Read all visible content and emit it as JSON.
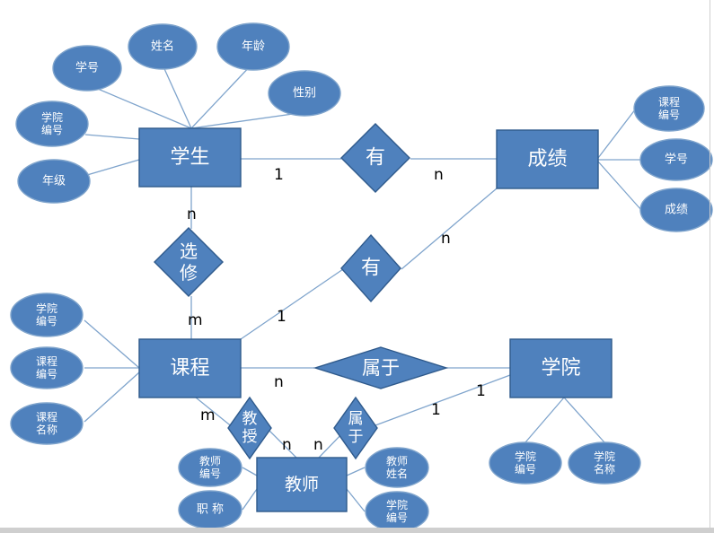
{
  "entities": [
    {
      "id": "student",
      "label": "学生"
    },
    {
      "id": "grade",
      "label": "成绩"
    },
    {
      "id": "course",
      "label": "课程"
    },
    {
      "id": "college",
      "label": "学院"
    },
    {
      "id": "teacher",
      "label": "教师"
    }
  ],
  "relationships": [
    {
      "id": "has1",
      "lines": [
        "有"
      ]
    },
    {
      "id": "select",
      "lines": [
        "选",
        "修"
      ]
    },
    {
      "id": "has2",
      "lines": [
        "有"
      ]
    },
    {
      "id": "belong1",
      "lines": [
        "属于"
      ]
    },
    {
      "id": "teach",
      "lines": [
        "教",
        "授"
      ]
    },
    {
      "id": "belong2",
      "lines": [
        "属",
        "于"
      ]
    }
  ],
  "attributes": [
    {
      "id": "stu-id",
      "lines": [
        "学号"
      ]
    },
    {
      "id": "stu-name",
      "lines": [
        "姓名"
      ]
    },
    {
      "id": "stu-age",
      "lines": [
        "年龄"
      ]
    },
    {
      "id": "stu-gender",
      "lines": [
        "性别"
      ]
    },
    {
      "id": "stu-college-id",
      "lines": [
        "学院",
        "编号"
      ]
    },
    {
      "id": "stu-year",
      "lines": [
        "年级"
      ]
    },
    {
      "id": "grd-course-id",
      "lines": [
        "课程",
        "编号"
      ]
    },
    {
      "id": "grd-stu-id",
      "lines": [
        "学号"
      ]
    },
    {
      "id": "grd-score",
      "lines": [
        "成绩"
      ]
    },
    {
      "id": "crs-college-id",
      "lines": [
        "学院",
        "编号"
      ]
    },
    {
      "id": "crs-course-id",
      "lines": [
        "课程",
        "编号"
      ]
    },
    {
      "id": "crs-name",
      "lines": [
        "课程",
        "名称"
      ]
    },
    {
      "id": "col-id",
      "lines": [
        "学院",
        "编号"
      ]
    },
    {
      "id": "col-name",
      "lines": [
        "学院",
        "名称"
      ]
    },
    {
      "id": "tch-id",
      "lines": [
        "教师",
        "编号"
      ]
    },
    {
      "id": "tch-title",
      "lines": [
        "职 称"
      ]
    },
    {
      "id": "tch-name",
      "lines": [
        "教师",
        "姓名"
      ]
    },
    {
      "id": "tch-college-id",
      "lines": [
        "学院",
        "编号"
      ]
    }
  ],
  "cardinalities": [
    {
      "id": "c1",
      "text": "1"
    },
    {
      "id": "c2",
      "text": "n"
    },
    {
      "id": "c3",
      "text": "n"
    },
    {
      "id": "c4",
      "text": "m"
    },
    {
      "id": "c5",
      "text": "n"
    },
    {
      "id": "c6",
      "text": "1"
    },
    {
      "id": "c7",
      "text": "n"
    },
    {
      "id": "c8",
      "text": "1"
    },
    {
      "id": "c9",
      "text": "m"
    },
    {
      "id": "c10",
      "text": "n"
    },
    {
      "id": "c11",
      "text": "n"
    },
    {
      "id": "c12",
      "text": "1"
    }
  ],
  "colors": {
    "fill": "#4f81bd",
    "stroke": "#2f5a8c",
    "connector": "#7fa4cc"
  }
}
